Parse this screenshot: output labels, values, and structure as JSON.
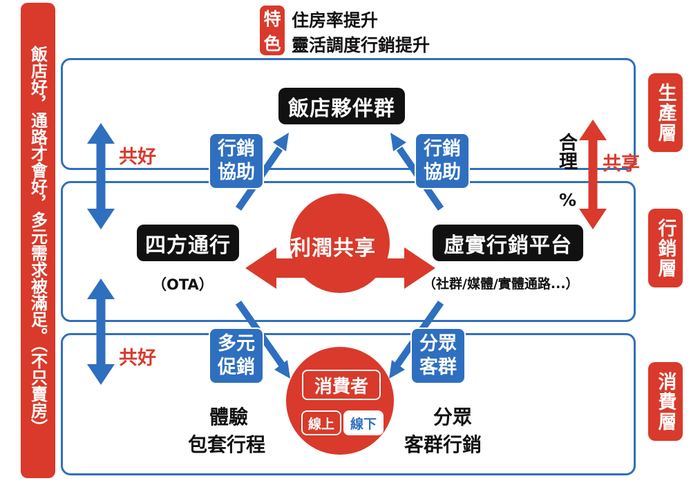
{
  "left_banner": {
    "text": "飯店好，通路才會好，多元需求被滿足。（不只賣房）"
  },
  "feature": {
    "badge_top": "特",
    "badge_bottom": "色",
    "line1": "住房率提升",
    "line2": "靈活調度行銷提升"
  },
  "layers": {
    "production": "生產層",
    "marketing": "行銷層",
    "consumer": "消費層"
  },
  "nodes": {
    "hotel_partners": "飯店夥伴群",
    "four_way": "四方通行",
    "four_way_sub": "（OTA）",
    "platform": "虛實行銷平台",
    "platform_sub": "（社群/媒體/實體通路...）",
    "profit_share": "利潤共享",
    "consumer": "消費者",
    "online": "線上",
    "offline": "線下"
  },
  "labels": {
    "marketing_assist_left": "行銷協助",
    "marketing_assist_right": "行銷協助",
    "multi_promo": "多元促銷",
    "segmented_groups": "分眾客群",
    "mutual_good_top": "共好",
    "mutual_good_bottom": "共好",
    "reasonable": "合理",
    "percent": "%",
    "share": "共享",
    "experience": "體驗",
    "package_itinerary": "包套行程",
    "segmented": "分眾",
    "segmented_marketing": "客群行銷"
  },
  "colors": {
    "red": "#d93a2b",
    "blue": "#2f6fbf",
    "black": "#111111"
  }
}
